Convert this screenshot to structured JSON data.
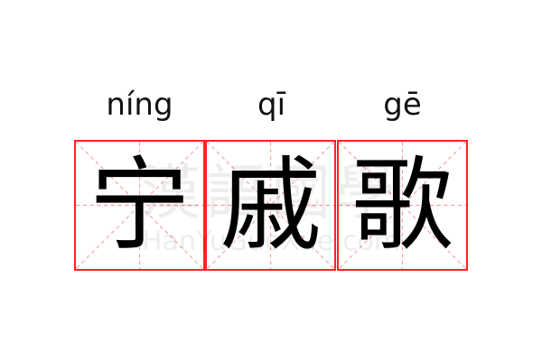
{
  "characters": [
    {
      "pinyin": "níng",
      "hanzi": "宁"
    },
    {
      "pinyin": "qī",
      "hanzi": "戚"
    },
    {
      "pinyin": "gē",
      "hanzi": "歌"
    }
  ],
  "watermark": {
    "hanzi": "漢語國學",
    "latin": "HanYuGuoXue.com"
  },
  "colors": {
    "grid_border": "#ff2222",
    "guide_lines": "#f7a0a0"
  }
}
